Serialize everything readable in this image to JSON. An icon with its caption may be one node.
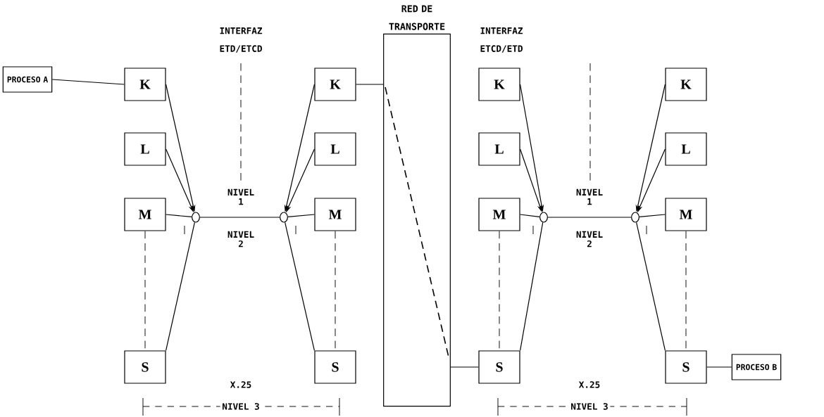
{
  "diagram": {
    "nodes": [
      {
        "text": [
          "PROCESO A"
        ]
      },
      {
        "text": [
          "K"
        ]
      },
      {
        "text": [
          "L"
        ]
      },
      {
        "text": [
          "M"
        ]
      },
      {
        "text": [
          "S"
        ]
      },
      {
        "text": [],
        "shape": "circle"
      },
      {
        "text": [],
        "shape": "circle"
      },
      {
        "text": [
          "K"
        ]
      },
      {
        "text": [
          "L"
        ]
      },
      {
        "text": [
          "M"
        ]
      },
      {
        "text": [
          "S"
        ]
      },
      {
        "text": [
          "RED DE TRANSPORTE"
        ]
      },
      {
        "text": [
          "K"
        ]
      },
      {
        "text": [
          "L"
        ]
      },
      {
        "text": [
          "M"
        ]
      },
      {
        "text": [
          "S"
        ]
      },
      {
        "text": [],
        "shape": "circle"
      },
      {
        "text": [],
        "shape": "circle"
      },
      {
        "text": [
          "K"
        ]
      },
      {
        "text": [
          "L"
        ]
      },
      {
        "text": [
          "M"
        ]
      },
      {
        "text": [
          "S"
        ]
      },
      {
        "text": [
          "PROCESO B"
        ]
      }
    ],
    "edges": [
      {
        "from": 0,
        "to": 1,
        "arrow": "none"
      },
      {
        "from": 1,
        "to": 5,
        "arrow": "to"
      },
      {
        "from": 2,
        "to": 5,
        "arrow": "to"
      },
      {
        "from": 3,
        "to": 5,
        "arrow": "none"
      },
      {
        "from": 4,
        "to": 5,
        "arrow": "none"
      },
      {
        "from": 3,
        "to": 4,
        "arrow": "none",
        "style": "dashed"
      },
      {
        "from": 5,
        "to": 6,
        "arrow": "none"
      },
      {
        "from": 7,
        "to": 6,
        "arrow": "to"
      },
      {
        "from": 8,
        "to": 6,
        "arrow": "to"
      },
      {
        "from": 9,
        "to": 6,
        "arrow": "none"
      },
      {
        "from": 10,
        "to": 6,
        "arrow": "none"
      },
      {
        "from": 9,
        "to": 10,
        "arrow": "none",
        "style": "dashed"
      },
      {
        "from": 7,
        "to": 11,
        "arrow": "none"
      },
      {
        "from": 11,
        "to": 15,
        "arrow": "none"
      },
      {
        "from": 12,
        "to": 16,
        "arrow": "to"
      },
      {
        "from": 13,
        "to": 16,
        "arrow": "to"
      },
      {
        "from": 14,
        "to": 16,
        "arrow": "none"
      },
      {
        "from": 15,
        "to": 16,
        "arrow": "none"
      },
      {
        "from": 14,
        "to": 15,
        "arrow": "none",
        "style": "dashed"
      },
      {
        "from": 16,
        "to": 17,
        "arrow": "none"
      },
      {
        "from": 18,
        "to": 17,
        "arrow": "to"
      },
      {
        "from": 19,
        "to": 17,
        "arrow": "to"
      },
      {
        "from": 20,
        "to": 17,
        "arrow": "none"
      },
      {
        "from": 21,
        "to": 17,
        "arrow": "none"
      },
      {
        "from": 20,
        "to": 21,
        "arrow": "none",
        "style": "dashed"
      },
      {
        "from": 21,
        "to": 22,
        "arrow": "none"
      }
    ],
    "labels": [
      "INTERFAZ ETD/ETCD",
      "NIVEL 1",
      "NIVEL 2",
      "X.25",
      "NIVEL 3",
      "INTERFAZ ETCD/ETD",
      "NIVEL 1",
      "NIVEL 2",
      "X.25",
      "NIVEL 3"
    ]
  }
}
